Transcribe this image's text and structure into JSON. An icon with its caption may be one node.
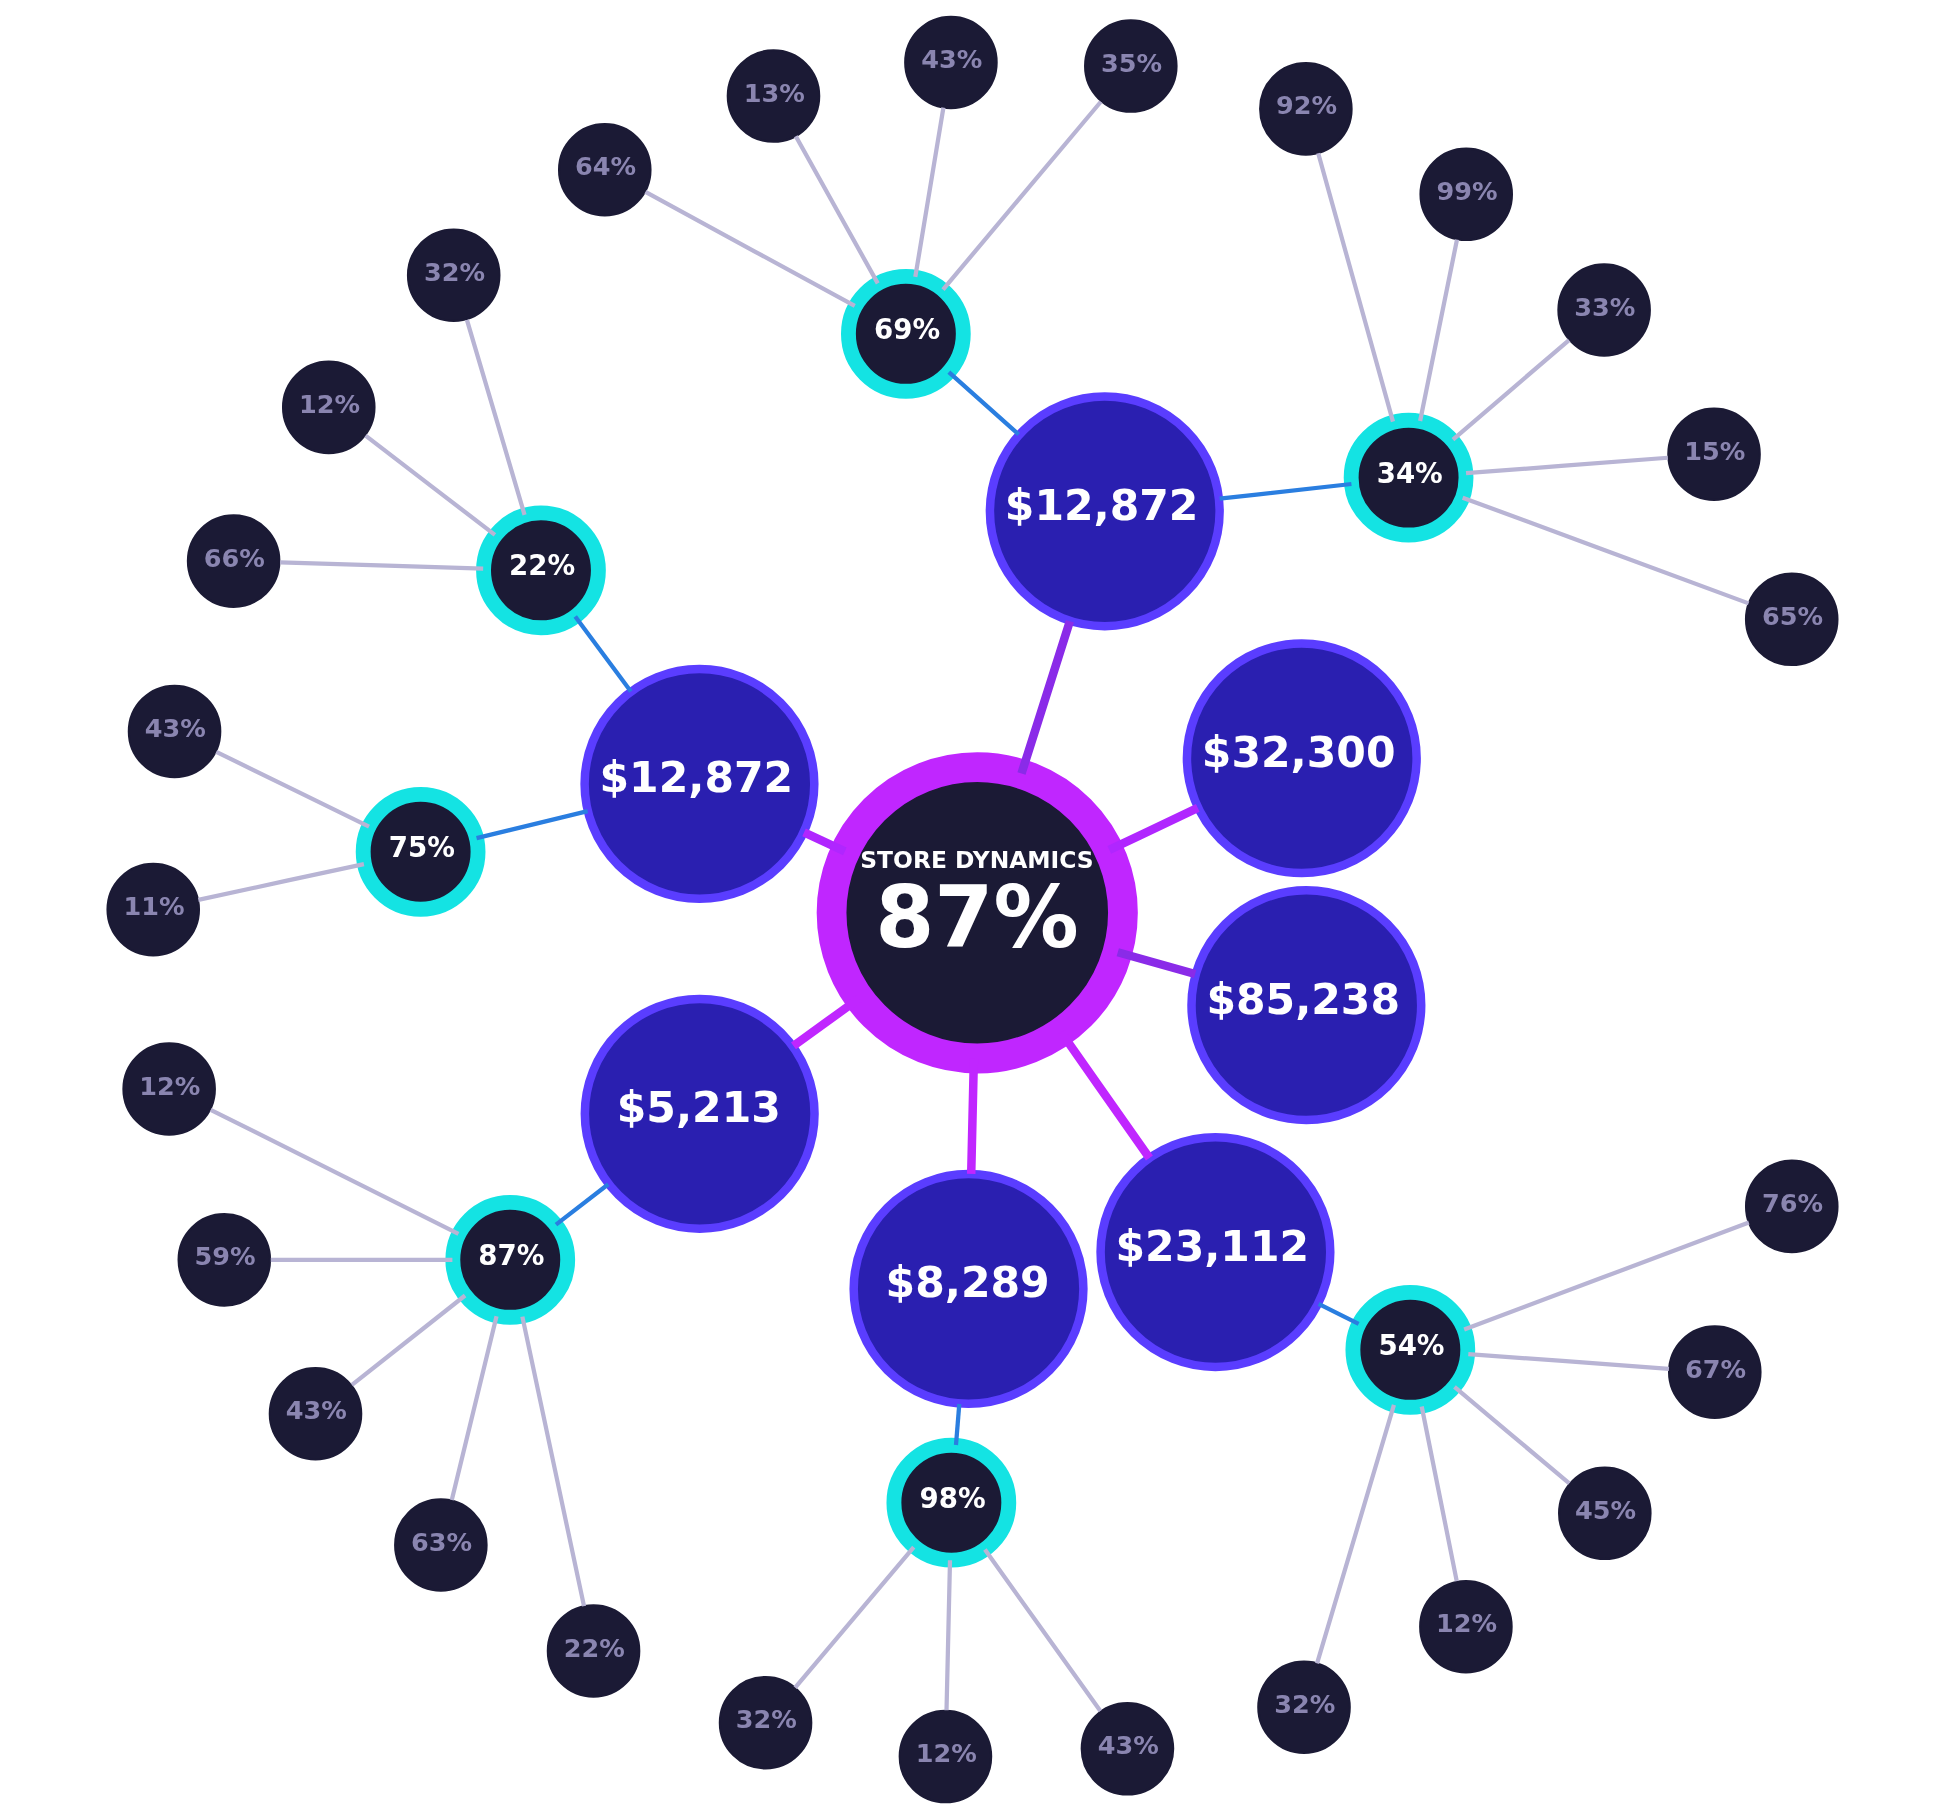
{
  "diagram": {
    "nodes": [
      {
        "text": [
          "STORE DYNAMICS",
          "87%"
        ]
      },
      {
        "text": [
          "$32,300"
        ]
      },
      {
        "text": [
          "$12,872"
        ]
      },
      {
        "text": [
          "$12,872"
        ]
      },
      {
        "text": [
          "$5,213"
        ]
      },
      {
        "text": [
          "$8,289"
        ]
      },
      {
        "text": [
          "$23,112"
        ]
      },
      {
        "text": [
          "$85,238"
        ]
      },
      {
        "text": [
          "34%"
        ]
      },
      {
        "text": [
          "69%"
        ]
      },
      {
        "text": [
          "22%"
        ]
      },
      {
        "text": [
          "87%"
        ]
      },
      {
        "text": [
          "75%"
        ]
      },
      {
        "text": [
          "98%"
        ]
      },
      {
        "text": [
          "54%"
        ]
      },
      {
        "text": [
          "65%"
        ]
      },
      {
        "text": [
          "15%"
        ]
      },
      {
        "text": [
          "33%"
        ]
      },
      {
        "text": [
          "99%"
        ]
      },
      {
        "text": [
          "92%"
        ]
      },
      {
        "text": [
          "35%"
        ]
      },
      {
        "text": [
          "43%"
        ]
      },
      {
        "text": [
          "13%"
        ]
      },
      {
        "text": [
          "64%"
        ]
      },
      {
        "text": [
          "32%"
        ]
      },
      {
        "text": [
          "12%"
        ]
      },
      {
        "text": [
          "66%"
        ]
      },
      {
        "text": [
          "12%"
        ]
      },
      {
        "text": [
          "59%"
        ]
      },
      {
        "text": [
          "43%"
        ]
      },
      {
        "text": [
          "63%"
        ]
      },
      {
        "text": [
          "22%"
        ]
      },
      {
        "text": [
          "43%"
        ]
      },
      {
        "text": [
          "11%"
        ]
      },
      {
        "text": [
          "32%"
        ]
      },
      {
        "text": [
          "12%"
        ]
      },
      {
        "text": [
          "43%"
        ]
      },
      {
        "text": [
          "32%"
        ]
      },
      {
        "text": [
          "12%"
        ]
      },
      {
        "text": [
          "45%"
        ]
      },
      {
        "text": [
          "67%"
        ]
      },
      {
        "text": [
          "76%"
        ]
      }
    ],
    "edges": [
      {
        "from": 0,
        "to": 1,
        "arrow": "none",
        "style": "thick",
        "color": "#b026ff"
      },
      {
        "from": 0,
        "to": 2,
        "arrow": "none",
        "style": "thick",
        "color": "#8a2be8"
      },
      {
        "from": 0,
        "to": 3,
        "arrow": "none",
        "style": "thick",
        "color": "#b026ff"
      },
      {
        "from": 0,
        "to": 4,
        "arrow": "none",
        "style": "thick",
        "color": "#c026ff"
      },
      {
        "from": 0,
        "to": 5,
        "arrow": "none",
        "style": "thick",
        "color": "#c026ff"
      },
      {
        "from": 0,
        "to": 6,
        "arrow": "none",
        "style": "thick",
        "color": "#c026ff"
      },
      {
        "from": 0,
        "to": 7,
        "arrow": "none",
        "style": "thick",
        "color": "#8a2be8"
      },
      {
        "from": 2,
        "to": 8,
        "arrow": "none",
        "color": "#2a7ee0"
      },
      {
        "from": 2,
        "to": 9,
        "arrow": "none",
        "color": "#2a7ee0"
      },
      {
        "from": 3,
        "to": 10,
        "arrow": "none",
        "color": "#2a7ee0"
      },
      {
        "from": 3,
        "to": 12,
        "arrow": "none",
        "color": "#2a7ee0"
      },
      {
        "from": 4,
        "to": 11,
        "arrow": "none",
        "color": "#2a7ee0"
      },
      {
        "from": 5,
        "to": 13,
        "arrow": "none",
        "color": "#2a7ee0"
      },
      {
        "from": 6,
        "to": 14,
        "arrow": "none",
        "color": "#2a7ee0"
      },
      {
        "from": 8,
        "to": 15,
        "arrow": "none"
      },
      {
        "from": 8,
        "to": 16,
        "arrow": "none"
      },
      {
        "from": 8,
        "to": 17,
        "arrow": "none"
      },
      {
        "from": 8,
        "to": 18,
        "arrow": "none"
      },
      {
        "from": 8,
        "to": 19,
        "arrow": "none"
      },
      {
        "from": 9,
        "to": 20,
        "arrow": "none"
      },
      {
        "from": 9,
        "to": 21,
        "arrow": "none"
      },
      {
        "from": 9,
        "to": 22,
        "arrow": "none"
      },
      {
        "from": 9,
        "to": 23,
        "arrow": "none"
      },
      {
        "from": 10,
        "to": 24,
        "arrow": "none"
      },
      {
        "from": 10,
        "to": 25,
        "arrow": "none"
      },
      {
        "from": 10,
        "to": 26,
        "arrow": "none"
      },
      {
        "from": 11,
        "to": 27,
        "arrow": "none"
      },
      {
        "from": 11,
        "to": 28,
        "arrow": "none"
      },
      {
        "from": 11,
        "to": 29,
        "arrow": "none"
      },
      {
        "from": 11,
        "to": 30,
        "arrow": "none"
      },
      {
        "from": 11,
        "to": 31,
        "arrow": "none"
      },
      {
        "from": 12,
        "to": 32,
        "arrow": "none"
      },
      {
        "from": 12,
        "to": 33,
        "arrow": "none"
      },
      {
        "from": 13,
        "to": 34,
        "arrow": "none"
      },
      {
        "from": 13,
        "to": 35,
        "arrow": "none"
      },
      {
        "from": 13,
        "to": 36,
        "arrow": "none"
      },
      {
        "from": 14,
        "to": 37,
        "arrow": "none"
      },
      {
        "from": 14,
        "to": 38,
        "arrow": "none"
      },
      {
        "from": 14,
        "to": 39,
        "arrow": "none"
      },
      {
        "from": 14,
        "to": 40,
        "arrow": "none"
      },
      {
        "from": 14,
        "to": 41,
        "arrow": "none"
      }
    ]
  }
}
